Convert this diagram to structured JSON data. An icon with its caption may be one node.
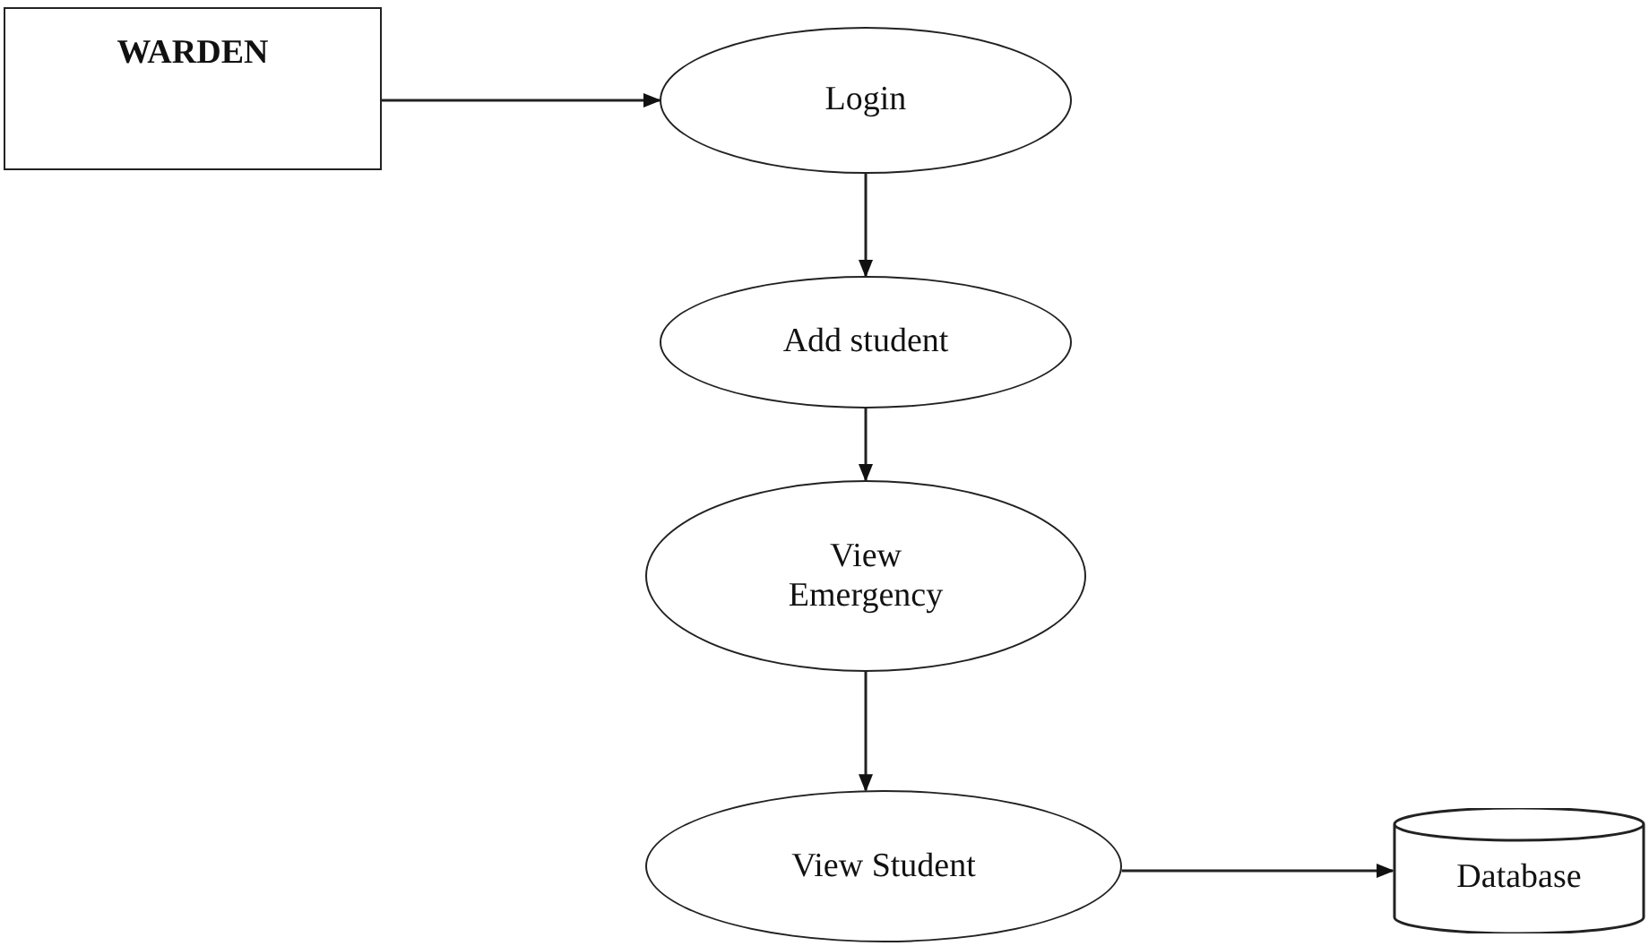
{
  "diagram": {
    "nodes": [
      {
        "text": [
          "WARDEN"
        ]
      },
      {
        "text": [
          "Login"
        ]
      },
      {
        "text": [
          "Add student"
        ]
      },
      {
        "text": [
          "View Emergency"
        ]
      },
      {
        "text": [
          "View Student"
        ]
      },
      {
        "text": [
          "Database"
        ]
      }
    ],
    "edges": [
      {
        "from": 0,
        "to": 1,
        "arrow": "to"
      },
      {
        "from": 1,
        "to": 2,
        "arrow": "to"
      },
      {
        "from": 2,
        "to": 3,
        "arrow": "to"
      },
      {
        "from": 3,
        "to": 4,
        "arrow": "to"
      },
      {
        "from": 4,
        "to": 5,
        "arrow": "to"
      }
    ]
  }
}
